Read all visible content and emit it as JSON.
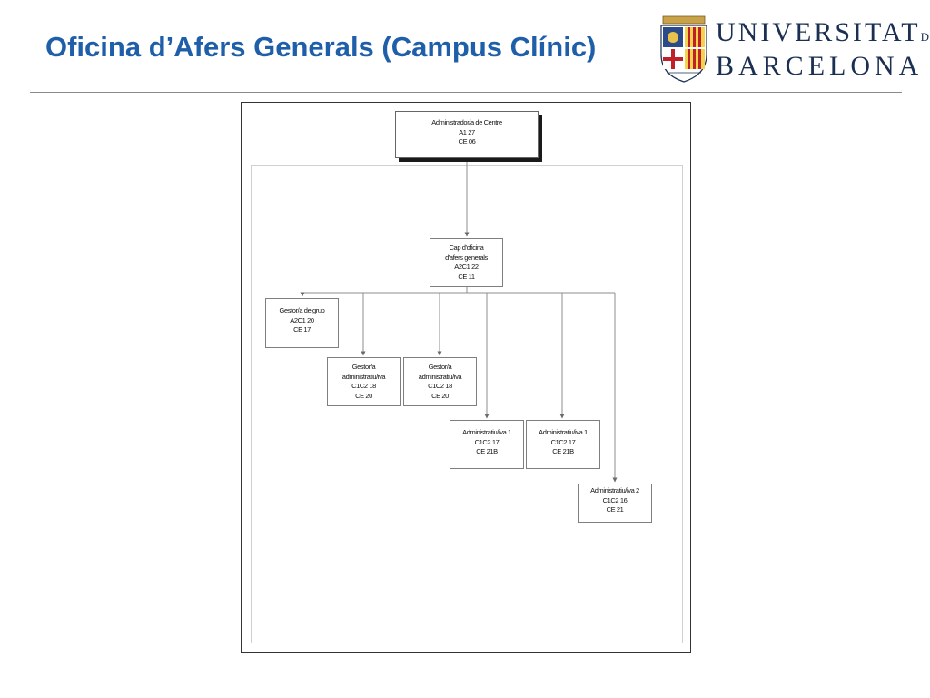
{
  "slide": {
    "title": "Oficina d’Afers Generals (Campus Clínic)"
  },
  "logo": {
    "line1": "UNIVERSITAT",
    "line1_suffix": "DE",
    "line2": "BARCELONA",
    "color": "#1a2f52"
  },
  "colors": {
    "title": "#1f5faa",
    "connector": "#8c8c8c"
  },
  "org_chart": {
    "administrador": {
      "lines": [
        "Administrador/a de Centre",
        "A1 27",
        "CE 06"
      ]
    },
    "cap": {
      "lines": [
        "Cap d'oficina",
        "d'afers generals",
        "A2C1 22",
        "CE 11"
      ]
    },
    "gestor_grup": {
      "lines": [
        "Gestor/a de grup",
        "A2C1 20",
        "CE 17"
      ]
    },
    "gestor_admin_1": {
      "lines": [
        "Gestor/a",
        "administratiu/iva",
        "C1C2 18",
        "CE 20"
      ]
    },
    "gestor_admin_2": {
      "lines": [
        "Gestor/a",
        "administratiu/iva",
        "C1C2 18",
        "CE 20"
      ]
    },
    "admin1_a": {
      "lines": [
        "Administratiu/iva 1",
        "C1C2 17",
        "CE 21B"
      ]
    },
    "admin1_b": {
      "lines": [
        "Administratiu/iva 1",
        "C1C2 17",
        "CE 21B"
      ]
    },
    "admin2": {
      "lines": [
        "Administratiu/iva 2",
        "C1C2 16",
        "CE 21"
      ]
    }
  }
}
